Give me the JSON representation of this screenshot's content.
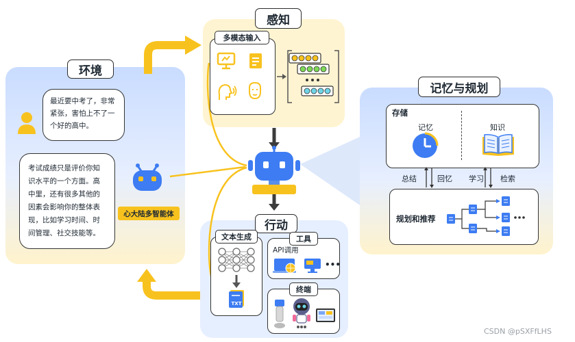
{
  "environment": {
    "title": "环境",
    "user_message": "最近要中考了，非常紧张，害怕上不了一个好的高中。",
    "agent_reply": "考试成绩只是评价你知识水平的一个方面。高中里，还有很多其他的因素会影响你的整体表现，比如学习时间、时间管理、社交技能等。",
    "agent_name": "心大陆多智能体"
  },
  "perception": {
    "title": "感知",
    "input_label": "多模态输入"
  },
  "memory_planning": {
    "title": "记忆与规划",
    "storage_label": "存储",
    "memory_label": "记忆",
    "knowledge_label": "知识",
    "flow_labels": [
      "总结",
      "回忆",
      "学习",
      "检索"
    ],
    "planning_label": "规划和推荐"
  },
  "action": {
    "title": "行动",
    "text_gen_label": "文本生成",
    "tools_label": "工具",
    "api_label": "API调用",
    "terminal_label": "终端",
    "txt_label": "TXT"
  },
  "colors": {
    "yellow": "#f8c21e",
    "blue": "#3d7cf2",
    "panel_blue": "#e8f1ff",
    "panel_yellow": "#fff5d6",
    "dark": "#3c3c3c"
  },
  "watermark": "CSDN @pSXFfLHS"
}
